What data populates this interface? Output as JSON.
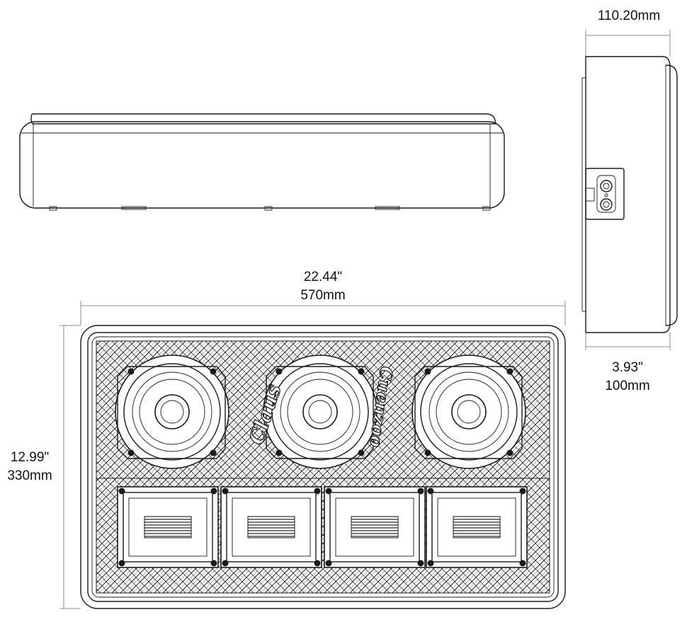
{
  "dimensions": {
    "depth_mm": "110.20mm",
    "width_in": "22.44\"",
    "width_mm": "570mm",
    "height_in": "12.99\"",
    "height_mm": "330mm",
    "thickness_in": "3.93\"",
    "thickness_mm": "100mm"
  },
  "grille_text": {
    "left": "Claus",
    "right": "Cuenzoo"
  },
  "colors": {
    "line": "#1a1a1a",
    "dimension_line": "#8c8c8c",
    "background": "#ffffff"
  }
}
